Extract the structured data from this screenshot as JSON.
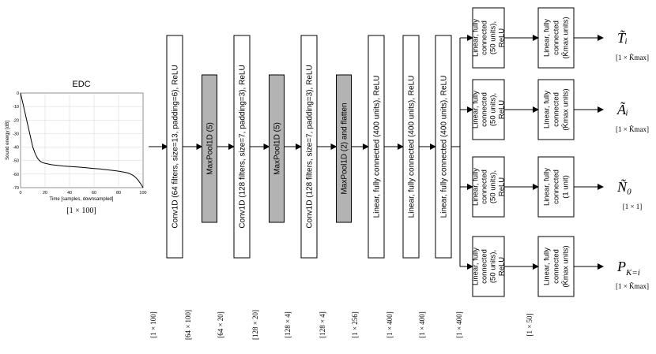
{
  "edc_panel": {
    "title": "EDC",
    "ylabel": "Sound energy [dB]",
    "xlabel": "Time [samples, downsampled]",
    "shape_label": "[1 × 100]"
  },
  "chart_data": {
    "type": "line",
    "title": "EDC",
    "xlabel": "Time [samples, downsampled]",
    "ylabel": "Sound energy [dB]",
    "xlim": [
      0,
      100
    ],
    "ylim": [
      -70,
      0
    ],
    "xticks": [
      "0",
      "20",
      "40",
      "60",
      "80",
      "100"
    ],
    "yticks": [
      "0",
      "-10",
      "-20",
      "-30",
      "-40",
      "-50",
      "-60",
      "-70"
    ],
    "grid": true,
    "x": [
      0,
      2,
      4,
      6,
      8,
      10,
      12,
      14,
      16,
      18,
      20,
      25,
      30,
      35,
      40,
      45,
      50,
      55,
      60,
      65,
      70,
      75,
      80,
      85,
      88,
      90,
      92,
      94,
      96,
      98,
      100
    ],
    "y": [
      0,
      -8,
      -16,
      -24,
      -32,
      -40,
      -45,
      -48.5,
      -50.5,
      -51.5,
      -52,
      -53,
      -53.5,
      -54,
      -54.3,
      -54.6,
      -55,
      -55.4,
      -55.8,
      -56.2,
      -56.7,
      -57.2,
      -57.8,
      -58.6,
      -59.2,
      -60,
      -61,
      -62.5,
      -64.5,
      -67,
      -70
    ]
  },
  "layers": [
    {
      "label": "Conv1D (64 filters, size=13, padding=6), ReLU",
      "shape": "[1 × 100]",
      "kind": "conv"
    },
    {
      "label": "MaxPool1D (5)",
      "shape": "[64 × 100]",
      "kind": "pool"
    },
    {
      "label": "Conv1D (128 filters, size=7, padding=3), ReLU",
      "shape": "[64 × 20]",
      "kind": "conv"
    },
    {
      "label": "MaxPool1D (5)",
      "shape": "[128 × 20]",
      "kind": "pool"
    },
    {
      "label": "Conv1D (128 filters, size=7, padding=3), ReLU",
      "shape": "[128 × 4]",
      "kind": "conv"
    },
    {
      "label": "MaxPool1D (2) and flatten",
      "shape": "[128 × 4]",
      "kind": "pool"
    },
    {
      "label": "Linear, fully connected (400 units), ReLU",
      "shape": "[1 × 256]",
      "kind": "fc"
    },
    {
      "label": "Linear, fully connected (400 units), ReLU",
      "shape": "[1 × 400]",
      "kind": "fc"
    },
    {
      "label": "Linear, fully connected (400 units), ReLU",
      "shape": "[1 × 400]",
      "kind": "fc"
    }
  ],
  "branch_shape_left": "[1 × 400]",
  "branch_shape_right": "[1 × 50]",
  "heads": [
    {
      "first": [
        "Linear, fully",
        "connected",
        "(50 units),",
        "ReLU"
      ],
      "second": [
        "Linear, fully",
        "connected",
        "(K̂max units)"
      ],
      "output": "T̃ᵢ",
      "output_shape": "[1 × K̂max]"
    },
    {
      "first": [
        "Linear, fully",
        "connected",
        "(50 units),",
        "ReLU"
      ],
      "second": [
        "Linear, fully",
        "connected",
        "(K̂max units)"
      ],
      "output": "Ãᵢ",
      "output_shape": "[1 × K̂max]"
    },
    {
      "first": [
        "Linear, fully",
        "connected",
        "(50 units),",
        "ReLU"
      ],
      "second": [
        "Linear, fully",
        "connected",
        "(1 unit)"
      ],
      "output": "Ñ₀",
      "output_shape": "[1 × 1]"
    },
    {
      "first": [
        "Linear, fully",
        "connected",
        "(50 units),",
        "ReLU"
      ],
      "second": [
        "Linear, fully",
        "connected",
        "(K̂max units)"
      ],
      "output": "P_K=i",
      "output_shape": "[1 × K̂max]"
    }
  ]
}
